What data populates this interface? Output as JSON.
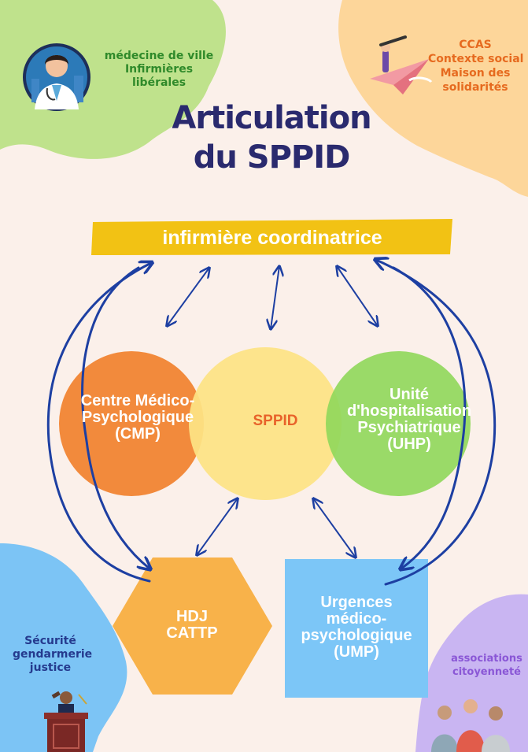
{
  "title": {
    "line1": "Articulation",
    "line2": "du SPPID"
  },
  "banner": {
    "label": "infirmière coordinatrice",
    "color": "#f2c214"
  },
  "corners": {
    "top_left": {
      "lines": [
        "médecine de ville",
        "Infirmières",
        "libérales"
      ],
      "color": "#bfe28c",
      "text_color": "#2f8a2a",
      "icon": "doctor-icon"
    },
    "top_right": {
      "lines": [
        "CCAS",
        "Contexte social",
        "Maison des",
        "solidarités"
      ],
      "color": "#fdd69a",
      "text_color": "#e66a1f",
      "icon": "paper-plane-telescope-icon"
    },
    "bottom_left": {
      "lines": [
        "Sécurité",
        "gendarmerie",
        "justice"
      ],
      "color": "#7cc4f5",
      "text_color": "#253a8e",
      "icon": "judge-podium-icon"
    },
    "bottom_right": {
      "lines": [
        "associations",
        "citoyenneté"
      ],
      "color": "#c9b5f2",
      "text_color": "#8a57d6",
      "icon": "group-of-people-icon"
    }
  },
  "nodes": {
    "cmp": {
      "lines": [
        "Centre Médico-",
        "Psychologique",
        "(CMP)"
      ],
      "color": "#f28a3c"
    },
    "sppid": {
      "label": "SPPID",
      "color": "#fde384"
    },
    "uhp": {
      "lines": [
        "Unité",
        "d'hospitalisation",
        "Psychiatrique",
        "(UHP)"
      ],
      "color": "#8fd75a"
    },
    "hdj": {
      "lines": [
        "HDJ",
        "CATTP"
      ],
      "color": "#f8b24a"
    },
    "ump": {
      "lines": [
        "Urgences",
        "médico-",
        "psychologique",
        "(UMP)"
      ],
      "color": "#7cc6f7"
    }
  },
  "arrow_color": "#1d3fa2"
}
